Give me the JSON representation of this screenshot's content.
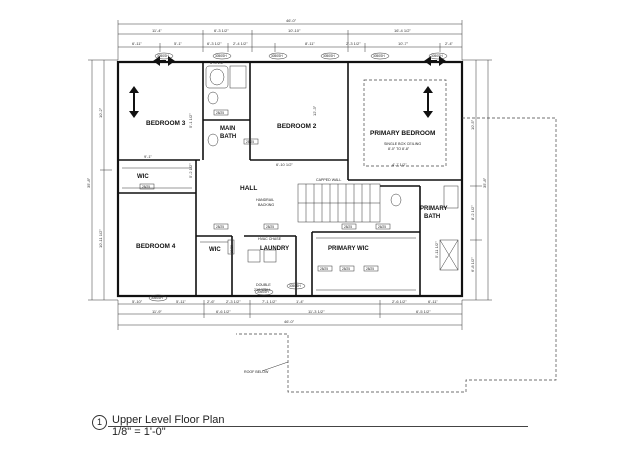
{
  "drawing": {
    "title": "Upper Level Floor Plan",
    "scale": "1/8\" = 1'-0\"",
    "number": "1"
  },
  "rooms": {
    "bedroom3": "BEDROOM 3",
    "bedroom2": "BEDROOM 2",
    "main_bath_1": "MAIN",
    "main_bath_2": "BATH",
    "primary_bedroom": "PRIMARY BEDROOM",
    "primary_ceiling_1": "SINGLE BOX CEILING",
    "primary_ceiling_2": "8'-0\" TO 8'-8\"",
    "wic_top": "WIC",
    "hall": "HALL",
    "primary_bath_1": "PRIMARY",
    "primary_bath_2": "BATH",
    "bedroom4": "BEDROOM 4",
    "wic_bottom": "WIC",
    "laundry": "LAUNDRY",
    "primary_wic": "PRIMARY WIC"
  },
  "notes": {
    "capped_wall": "CAPPED WALL",
    "handrail_1": "HANDRAIL",
    "handrail_2": "BACKING",
    "hvac_chase": "HVAC CHASE",
    "double_wall_1": "DOUBLE",
    "double_wall_2": "2X6 WALL",
    "roof_below": "ROOF BELOW"
  },
  "dimensions": {
    "top_overall": "46'-0\"",
    "top_row1": [
      "11'-4\"",
      "6'-3 1/2\"",
      "10'-10\"",
      "16'-4 1/2\""
    ],
    "top_row2": [
      "6'-11\"",
      "5'-1\"",
      "6'-3 1/2\"",
      "2'-4 1/2\"",
      "8'-11\"",
      "2'-3 1/2\"",
      "10'-7\"",
      "2'-4\""
    ],
    "bottom_row1": [
      "5'-10\"",
      "5'-11\"",
      "2'-6\"",
      "2'-3 1/2\"",
      "7'-1 1/2\"",
      "1'-4\"",
      "2'-6 1/2\"",
      "6'-11\""
    ],
    "bottom_row2": [
      "11'-9\"",
      "6'-6 1/2\"",
      "11'-3 1/2\"",
      "6'-5 1/2\""
    ],
    "bottom_overall": "46'-0\"",
    "left_overall": "35'-8\"",
    "left_row": [
      "10'-2\"",
      "10'-11 1/2\""
    ],
    "right_overall": "35'-8\"",
    "right_row": [
      "10'-5\"",
      "8'-2 1/2\"",
      "6'-8 1/2\""
    ],
    "interior": [
      "6'-3 1/2\"",
      "12'-3\"",
      "5'-1 1/2\"",
      "9'-1\"",
      "6'-10 1/2\"",
      "4'-7 1/2\"",
      "5'-2 1/2\"",
      "5'-11 1/2\""
    ]
  },
  "window_tags": [
    "3050SH",
    "3050SH",
    "3050SH",
    "3050SH",
    "3050SH",
    "3050SH",
    "3050SH",
    "3050SH",
    "3050SH"
  ],
  "door_tags": [
    "28/25",
    "28/25",
    "28/25",
    "28/25",
    "28/25",
    "28/25",
    "28/25",
    "26/25",
    "28/25",
    "28/25",
    "28/25"
  ]
}
